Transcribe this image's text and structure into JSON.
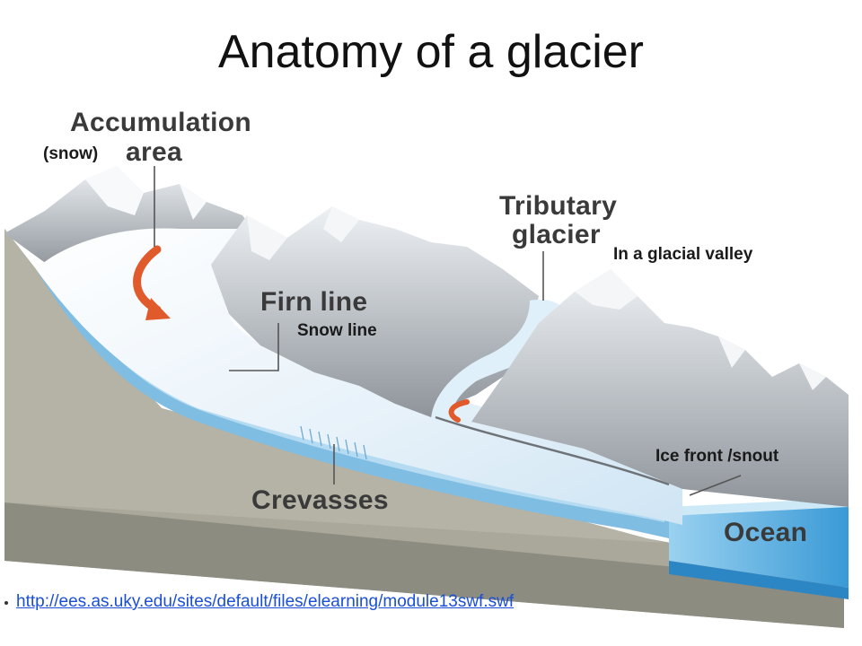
{
  "title": "Anatomy of a glacier",
  "labels": {
    "accumulation_1": "Accumulation",
    "accumulation_2": "area",
    "snow": "(snow)",
    "tributary_1": "Tributary",
    "tributary_2": "glacier",
    "glacial_valley": "In a glacial valley",
    "firn_line": "Firn line",
    "snow_line": "Snow line",
    "ice_front": "Ice front /snout",
    "crevasses": "Crevasses",
    "ocean": "Ocean"
  },
  "link": "http://ees.as.uky.edu/sites/default/files/elearning/module13swf.swf",
  "colors": {
    "mountain": "#b9bec3",
    "mountain_dark": "#8c9298",
    "snow": "#f2f7fb",
    "ice_blue": "#8fc4e6",
    "ocean": "#5fb1e0",
    "rock_ground": "#a9a89a",
    "arrow": "#e05a2c",
    "link": "#1a4fd6"
  }
}
